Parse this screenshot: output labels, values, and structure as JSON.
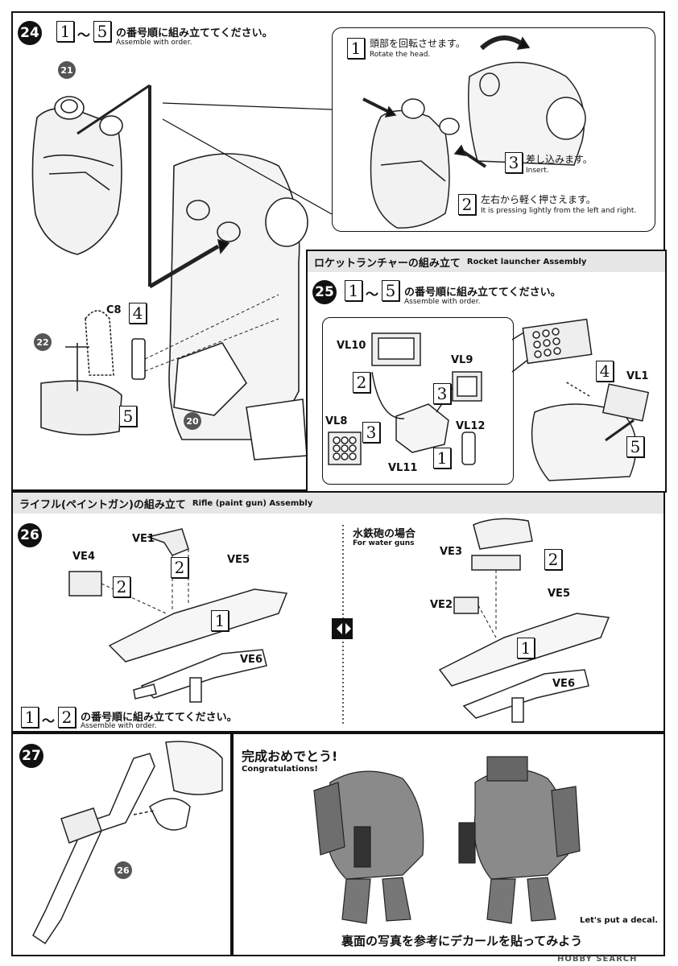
{
  "step24": {
    "number": "24",
    "range_start": "1",
    "tilde": "〜",
    "range_end": "5",
    "instruction_jp": "の番号順に組み立ててください。",
    "instruction_en": "Assemble with order.",
    "part_21": "21",
    "part_22": "22",
    "part_20": "20",
    "label_c8": "C8",
    "num_4": "4",
    "num_5": "5",
    "detail": {
      "step1_num": "1",
      "step1_jp": "頭部を回転させます。",
      "step1_en": "Rotate the head.",
      "step2_num": "2",
      "step2_jp": "左右から軽く押さえます。",
      "step2_en": "It is pressing lightly from the left and right.",
      "step3_num": "3",
      "step3_jp": "差し込みます。",
      "step3_en": "Insert."
    }
  },
  "rocket": {
    "title_jp": "ロケットランチャーの組み立て",
    "title_en": "Rocket launcher Assembly",
    "step_number": "25",
    "range_start": "1",
    "tilde": "〜",
    "range_end": "5",
    "instruction_jp": "の番号順に組み立ててください。",
    "instruction_en": "Assemble with order.",
    "labels": {
      "vl10": "VL10",
      "vl9": "VL9",
      "vl8": "VL8",
      "vl11": "VL11",
      "vl12": "VL12",
      "vl1": "VL1"
    },
    "nums": {
      "n2": "2",
      "n3a": "3",
      "n3b": "3",
      "n1": "1",
      "n4": "4",
      "n5": "5"
    }
  },
  "rifle": {
    "title_jp": "ライフル(ペイントガン)の組み立て",
    "title_en": "Rifle (paint gun) Assembly",
    "step_number": "26",
    "labels": {
      "ve1": "VE1",
      "ve4": "VE4",
      "ve5": "VE5",
      "ve6": "VE6",
      "ve3": "VE3",
      "ve2": "VE2",
      "ve5b": "VE5",
      "ve6b": "VE6"
    },
    "nums": {
      "a2": "2",
      "b2": "2",
      "c1": "1",
      "d2": "2",
      "e1": "1"
    },
    "water_jp": "水鉄砲の場合",
    "water_en": "For water guns",
    "range_start": "1",
    "tilde": "〜",
    "range_end": "2",
    "instruction_jp": "の番号順に組み立ててください。",
    "instruction_en": "Assemble with order."
  },
  "step27": {
    "number": "27",
    "part_26": "26"
  },
  "final": {
    "congrats_jp": "完成おめでとう!",
    "congrats_en": "Congratulations!",
    "decal_en": "Let's put a decal.",
    "decal_jp": "裏面の写真を参考にデカールを貼ってみよう",
    "watermark": "HOBBY SEARCH"
  }
}
